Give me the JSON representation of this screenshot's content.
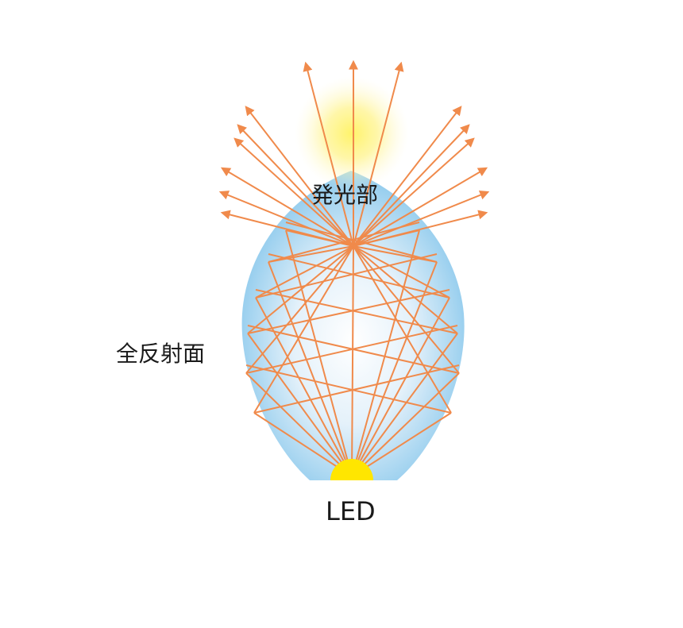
{
  "labels": {
    "emitting_part": "発光部",
    "reflective_surface": "全反射面",
    "led": "LED"
  },
  "colors": {
    "background": "#ffffff",
    "body_fill_center": "#f3f9fd",
    "body_fill_edge": "#7cc2ea",
    "ray": "#f08a4b",
    "led": "#ffe600",
    "glow": "#fff36a"
  }
}
